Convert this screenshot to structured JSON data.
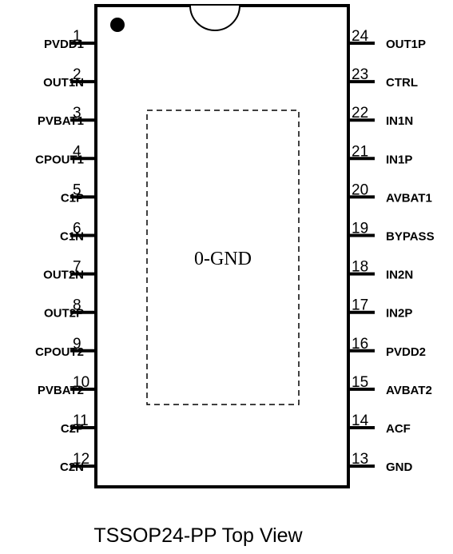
{
  "package": {
    "caption": "TSSOP24-PP Top View",
    "exposed_pad_label": "0-GND"
  },
  "left_pins": [
    {
      "number": "1",
      "name": "PVDD1"
    },
    {
      "number": "2",
      "name": "OUT1N"
    },
    {
      "number": "3",
      "name": "PVBAT1"
    },
    {
      "number": "4",
      "name": "CPOUT1"
    },
    {
      "number": "5",
      "name": "C1P"
    },
    {
      "number": "6",
      "name": "C1N"
    },
    {
      "number": "7",
      "name": "OUT2N"
    },
    {
      "number": "8",
      "name": "OUT2P"
    },
    {
      "number": "9",
      "name": "CPOUT2"
    },
    {
      "number": "10",
      "name": "PVBAT2"
    },
    {
      "number": "11",
      "name": "C2P"
    },
    {
      "number": "12",
      "name": "C2N"
    }
  ],
  "right_pins": [
    {
      "number": "24",
      "name": "OUT1P"
    },
    {
      "number": "23",
      "name": "CTRL"
    },
    {
      "number": "22",
      "name": "IN1N"
    },
    {
      "number": "21",
      "name": "IN1P"
    },
    {
      "number": "20",
      "name": "AVBAT1"
    },
    {
      "number": "19",
      "name": "BYPASS"
    },
    {
      "number": "18",
      "name": "IN2N"
    },
    {
      "number": "17",
      "name": "IN2P"
    },
    {
      "number": "16",
      "name": "PVDD2"
    },
    {
      "number": "15",
      "name": "AVBAT2"
    },
    {
      "number": "14",
      "name": "ACF"
    },
    {
      "number": "13",
      "name": "GND"
    }
  ]
}
